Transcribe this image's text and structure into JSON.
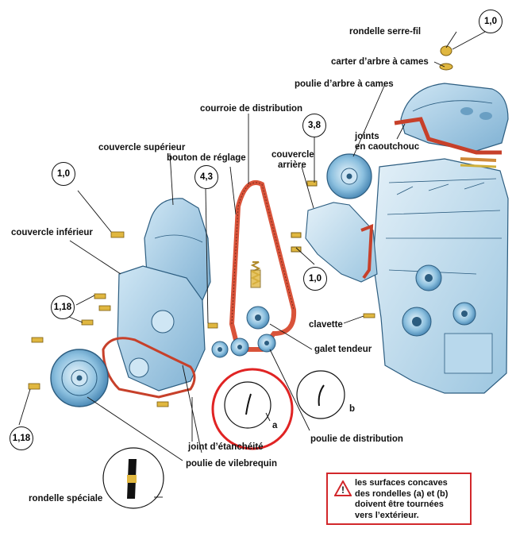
{
  "labels": {
    "rondelle_serre_fil": "rondelle serre-fil",
    "carter_arbre": "carter d’arbre à cames",
    "poulie_arbre": "poulie d’arbre à cames",
    "courroie": "courroie de distribution",
    "joints_line1": "joints",
    "joints_line2": "en caoutchouc",
    "couvercle_sup": "couvercle supérieur",
    "bouton_reglage": "bouton de réglage",
    "couvercle_arr_line1": "couvercle",
    "couvercle_arr_line2": "arrière",
    "couvercle_inf": "couvercle inférieur",
    "clavette": "clavette",
    "galet_tendeur": "galet tendeur",
    "poulie_distribution": "poulie de distribution",
    "joint_etancheite": "joint d’étanchéité",
    "poulie_vilebrequin": "poulie de vilebrequin",
    "rondelle_speciale": "rondelle spéciale",
    "a": "a",
    "b": "b"
  },
  "badges": {
    "b1": "1,0",
    "b2": "3,8",
    "b3": "4,3",
    "b4": "1,0",
    "b5": "1,0",
    "b6": "1,18",
    "b7": "1,18"
  },
  "warning": {
    "line1": "les surfaces concaves",
    "line2": "des rondelles (a) et (b)",
    "line3": "doivent être tournées",
    "line4": "vers l’extérieur.",
    "icon": "!"
  },
  "colors": {
    "part_blue": "#a9d0e8",
    "part_blue_dark": "#3f7fae",
    "belt": "#d9533a",
    "bolt": "#d9b13a",
    "highlight_circle": "#e02424"
  }
}
